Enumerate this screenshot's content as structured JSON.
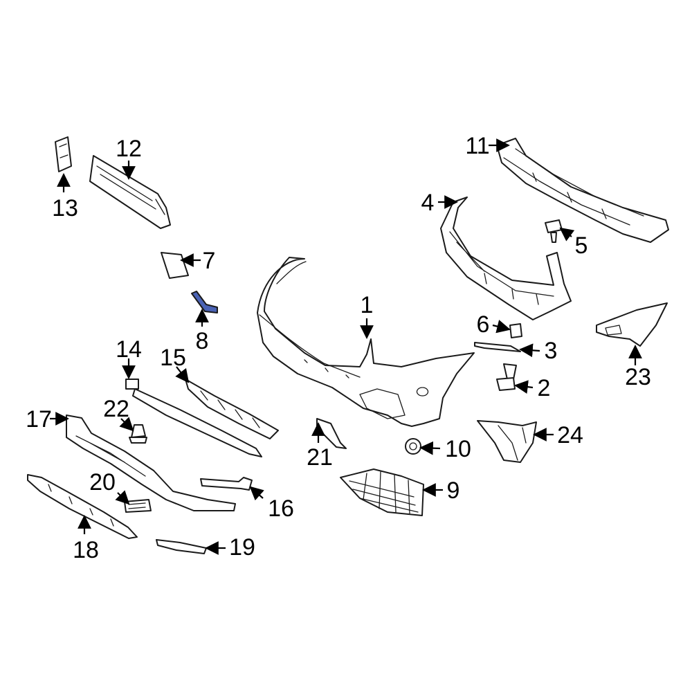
{
  "highlight_color": "#4a63b5",
  "callouts": {
    "c1": "1",
    "c2": "2",
    "c3": "3",
    "c4": "4",
    "c5": "5",
    "c6": "6",
    "c7": "7",
    "c8": "8",
    "c9": "9",
    "c10": "10",
    "c11": "11",
    "c12": "12",
    "c13": "13",
    "c14": "14",
    "c15": "15",
    "c16": "16",
    "c17": "17",
    "c18": "18",
    "c19": "19",
    "c20": "20",
    "c21": "21",
    "c22": "22",
    "c23": "23",
    "c24": "24"
  }
}
